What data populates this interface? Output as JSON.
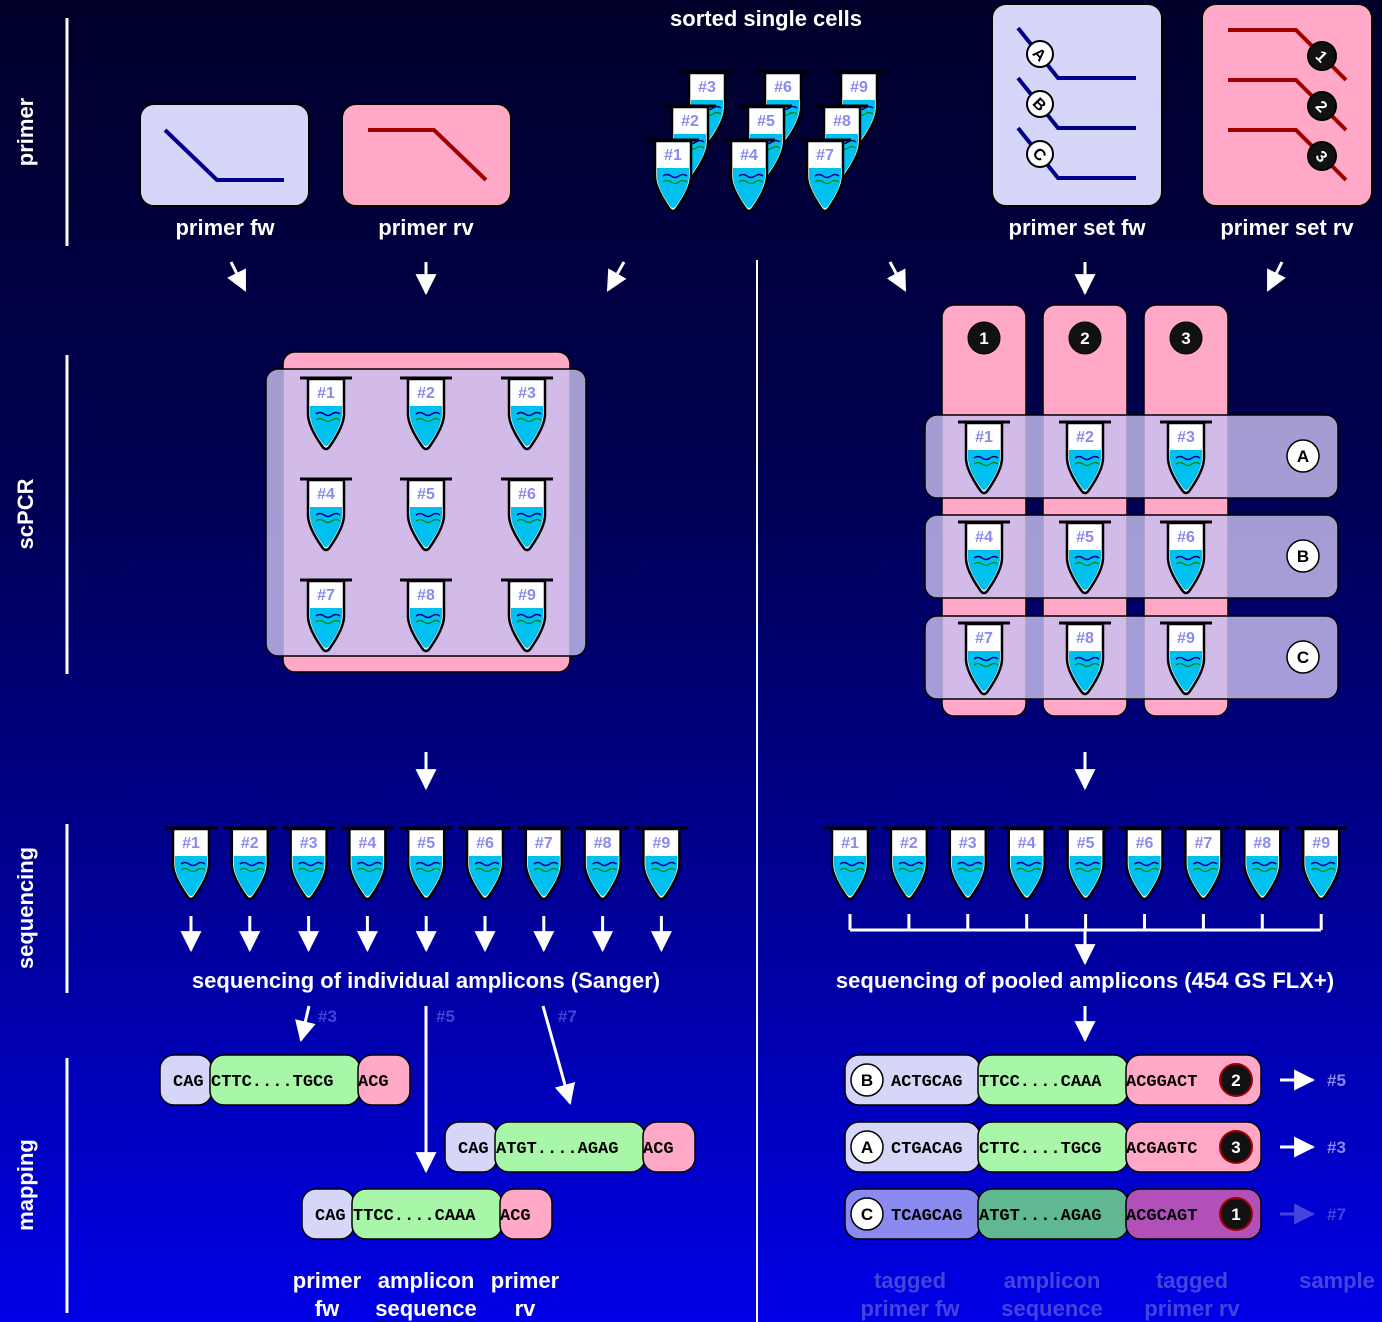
{
  "sections": {
    "primer": "primer",
    "scpcr": "scPCR",
    "sequencing": "sequencing",
    "mapping": "mapping"
  },
  "top": {
    "sorted_cells": "sorted single cells",
    "primer_fw": "primer fw",
    "primer_rv": "primer rv",
    "primer_set_fw": "primer set fw",
    "primer_set_rv": "primer set rv"
  },
  "fw_tags": [
    "A",
    "B",
    "C"
  ],
  "rv_tags": [
    "1",
    "2",
    "3"
  ],
  "cells": [
    "#1",
    "#2",
    "#3",
    "#4",
    "#5",
    "#6",
    "#7",
    "#8",
    "#9"
  ],
  "left": {
    "seq_caption": "sequencing of individual amplicons (Sanger)",
    "branch_labels": [
      "#3",
      "#5",
      "#7"
    ],
    "reads": [
      {
        "fw": "CAG",
        "amplicon": "CTTC....TGCG",
        "rv": "ACG"
      },
      {
        "fw": "CAG",
        "amplicon": "ATGT....AGAG",
        "rv": "ACG"
      },
      {
        "fw": "CAG",
        "amplicon": "TTCC....CAAA",
        "rv": "ACG"
      }
    ],
    "legend": {
      "fw": [
        "primer",
        "fw"
      ],
      "amplicon": [
        "amplicon",
        "sequence"
      ],
      "rv": [
        "primer",
        "rv"
      ]
    }
  },
  "right": {
    "seq_caption": "sequencing of pooled amplicons (454 GS FLX+)",
    "reads": [
      {
        "fw_tag": "B",
        "fw": "ACTGCAG",
        "amplicon": "TTCC....CAAA",
        "rv": "ACGGACT",
        "rv_tag": "2",
        "sample": "#5"
      },
      {
        "fw_tag": "A",
        "fw": "CTGACAG",
        "amplicon": "CTTC....TGCG",
        "rv": "ACGAGTC",
        "rv_tag": "3",
        "sample": "#3"
      },
      {
        "fw_tag": "C",
        "fw": "TCAGCAG",
        "amplicon": "ATGT....AGAG",
        "rv": "ACGCAGT",
        "rv_tag": "1",
        "sample": "#7"
      }
    ],
    "legend": {
      "fw": [
        "tagged",
        "primer fw"
      ],
      "amplicon": [
        "amplicon",
        "sequence"
      ],
      "rv": [
        "tagged",
        "primer rv"
      ],
      "sample": "sample"
    }
  },
  "colors": {
    "fw_fill": "#d6d6f8",
    "rv_fill": "#ffa8c8",
    "amplicon_fill": "#a8f7a8",
    "fw_line": "#00008b",
    "rv_line": "#a00000",
    "tube_liquid": "#00c0f0"
  }
}
